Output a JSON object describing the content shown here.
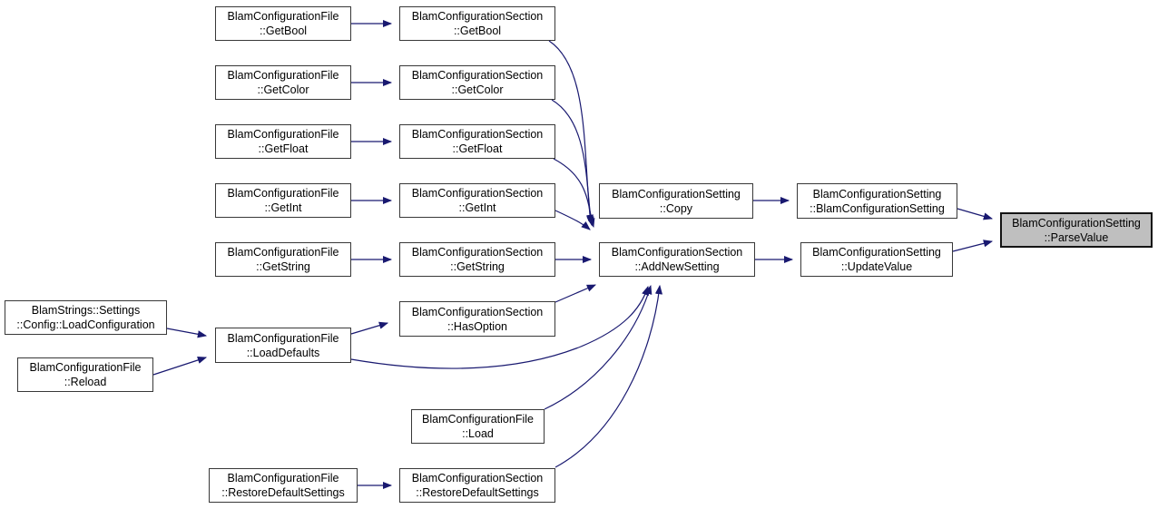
{
  "diagram": {
    "type": "doxygen-caller-graph",
    "background_color": "#ffffff",
    "node_fill": "#ffffff",
    "node_border_color": "#383838",
    "edge_color": "#191970",
    "highlight_fill": "#bfbfbf",
    "highlighted_node": "BlamConfigurationSetting::ParseValue"
  },
  "nodes": {
    "file_getbool": {
      "line1": "BlamConfigurationFile",
      "line2": "::GetBool"
    },
    "file_getcolor": {
      "line1": "BlamConfigurationFile",
      "line2": "::GetColor"
    },
    "file_getfloat": {
      "line1": "BlamConfigurationFile",
      "line2": "::GetFloat"
    },
    "file_getint": {
      "line1": "BlamConfigurationFile",
      "line2": "::GetInt"
    },
    "file_getstring": {
      "line1": "BlamConfigurationFile",
      "line2": "::GetString"
    },
    "strings_loadconfiguration": {
      "line1": "BlamStrings::Settings",
      "line2": "::Config::LoadConfiguration"
    },
    "file_reload": {
      "line1": "BlamConfigurationFile",
      "line2": "::Reload"
    },
    "file_restoredefaultsettings": {
      "line1": "BlamConfigurationFile",
      "line2": "::RestoreDefaultSettings"
    },
    "section_getbool": {
      "line1": "BlamConfigurationSection",
      "line2": "::GetBool"
    },
    "section_getcolor": {
      "line1": "BlamConfigurationSection",
      "line2": "::GetColor"
    },
    "section_getfloat": {
      "line1": "BlamConfigurationSection",
      "line2": "::GetFloat"
    },
    "section_getint": {
      "line1": "BlamConfigurationSection",
      "line2": "::GetInt"
    },
    "section_getstring": {
      "line1": "BlamConfigurationSection",
      "line2": "::GetString"
    },
    "section_hasoption": {
      "line1": "BlamConfigurationSection",
      "line2": "::HasOption"
    },
    "file_loaddefaults": {
      "line1": "BlamConfigurationFile",
      "line2": "::LoadDefaults"
    },
    "file_load": {
      "line1": "BlamConfigurationFile",
      "line2": "::Load"
    },
    "section_restoredefaultsettings": {
      "line1": "BlamConfigurationSection",
      "line2": "::RestoreDefaultSettings"
    },
    "setting_copy": {
      "line1": "BlamConfigurationSetting",
      "line2": "::Copy"
    },
    "section_addnewsetting": {
      "line1": "BlamConfigurationSection",
      "line2": "::AddNewSetting"
    },
    "setting_constructor": {
      "line1": "BlamConfigurationSetting",
      "line2": "::BlamConfigurationSetting"
    },
    "setting_updatevalue": {
      "line1": "BlamConfigurationSetting",
      "line2": "::UpdateValue"
    },
    "setting_parsevalue": {
      "line1": "BlamConfigurationSetting",
      "line2": "::ParseValue"
    }
  },
  "edges": [
    {
      "from": "BlamConfigurationFile::GetBool",
      "to": "BlamConfigurationSection::GetBool"
    },
    {
      "from": "BlamConfigurationFile::GetColor",
      "to": "BlamConfigurationSection::GetColor"
    },
    {
      "from": "BlamConfigurationFile::GetFloat",
      "to": "BlamConfigurationSection::GetFloat"
    },
    {
      "from": "BlamConfigurationFile::GetInt",
      "to": "BlamConfigurationSection::GetInt"
    },
    {
      "from": "BlamConfigurationFile::GetString",
      "to": "BlamConfigurationSection::GetString"
    },
    {
      "from": "BlamConfigurationFile::RestoreDefaultSettings",
      "to": "BlamConfigurationSection::RestoreDefaultSettings"
    },
    {
      "from": "BlamStrings::Settings::Config::LoadConfiguration",
      "to": "BlamConfigurationFile::LoadDefaults"
    },
    {
      "from": "BlamConfigurationFile::Reload",
      "to": "BlamConfigurationFile::LoadDefaults"
    },
    {
      "from": "BlamConfigurationFile::LoadDefaults",
      "to": "BlamConfigurationSection::HasOption"
    },
    {
      "from": "BlamConfigurationFile::LoadDefaults",
      "to": "BlamConfigurationSection::AddNewSetting"
    },
    {
      "from": "BlamConfigurationSection::GetBool",
      "to": "BlamConfigurationSection::AddNewSetting"
    },
    {
      "from": "BlamConfigurationSection::GetColor",
      "to": "BlamConfigurationSection::AddNewSetting"
    },
    {
      "from": "BlamConfigurationSection::GetFloat",
      "to": "BlamConfigurationSection::AddNewSetting"
    },
    {
      "from": "BlamConfigurationSection::GetInt",
      "to": "BlamConfigurationSection::AddNewSetting"
    },
    {
      "from": "BlamConfigurationSection::GetString",
      "to": "BlamConfigurationSection::AddNewSetting"
    },
    {
      "from": "BlamConfigurationSection::HasOption",
      "to": "BlamConfigurationSection::AddNewSetting"
    },
    {
      "from": "BlamConfigurationFile::Load",
      "to": "BlamConfigurationSection::AddNewSetting"
    },
    {
      "from": "BlamConfigurationSection::RestoreDefaultSettings",
      "to": "BlamConfigurationSection::AddNewSetting"
    },
    {
      "from": "BlamConfigurationSection::AddNewSetting",
      "to": "BlamConfigurationSetting::UpdateValue"
    },
    {
      "from": "BlamConfigurationSetting::Copy",
      "to": "BlamConfigurationSetting::BlamConfigurationSetting"
    },
    {
      "from": "BlamConfigurationSetting::BlamConfigurationSetting",
      "to": "BlamConfigurationSetting::ParseValue"
    },
    {
      "from": "BlamConfigurationSetting::UpdateValue",
      "to": "BlamConfigurationSetting::ParseValue"
    }
  ]
}
